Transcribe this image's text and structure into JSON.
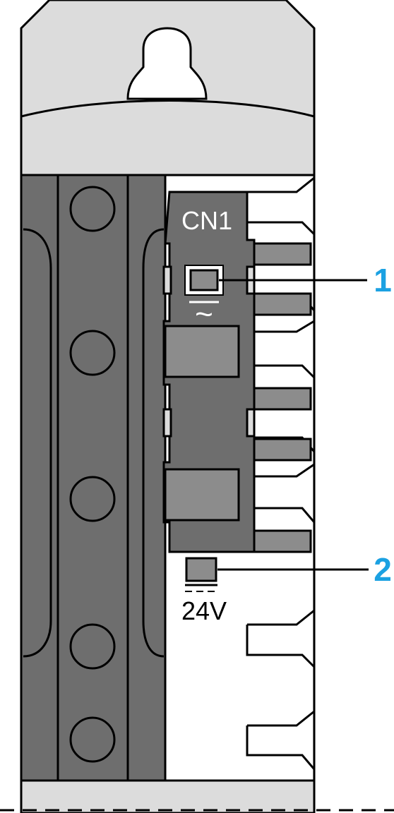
{
  "module": {
    "connector_label": "CN1",
    "ac_symbol": "~",
    "dc_voltage_label": "24V"
  },
  "callouts": [
    {
      "number": "1"
    },
    {
      "number": "2"
    }
  ],
  "colors": {
    "housing": "#dcdcdc",
    "rail_dark": "#6e6e6e",
    "terminal_block": "#6e6e6e",
    "led_fill": "#8c8c8c",
    "outline": "#000000",
    "callout_number": "#1ba1e2"
  }
}
